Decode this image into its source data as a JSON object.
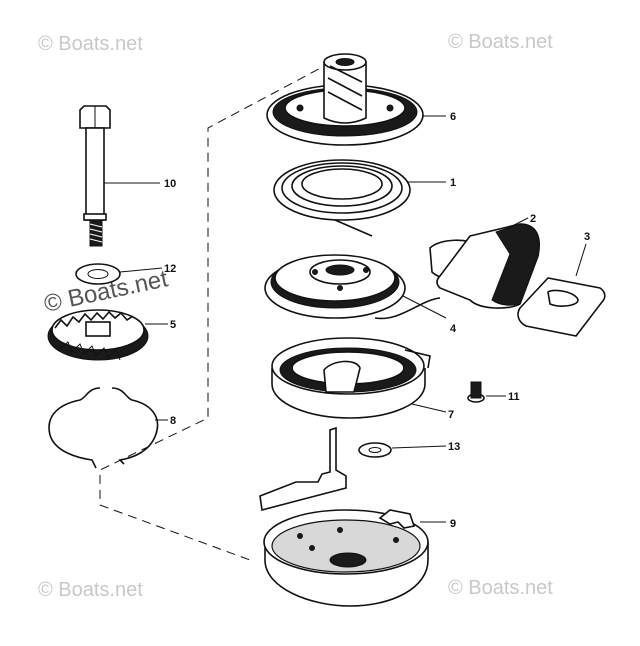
{
  "watermark": {
    "text": "© Boats.net"
  },
  "callouts": [
    {
      "id": "1",
      "label": "1"
    },
    {
      "id": "2",
      "label": "2"
    },
    {
      "id": "3",
      "label": "3"
    },
    {
      "id": "4",
      "label": "4"
    },
    {
      "id": "5",
      "label": "5"
    },
    {
      "id": "6",
      "label": "6"
    },
    {
      "id": "7",
      "label": "7"
    },
    {
      "id": "8",
      "label": "8"
    },
    {
      "id": "9",
      "label": "9"
    },
    {
      "id": "10",
      "label": "10"
    },
    {
      "id": "11",
      "label": "11"
    },
    {
      "id": "12",
      "label": "12"
    },
    {
      "id": "13",
      "label": "13"
    }
  ]
}
